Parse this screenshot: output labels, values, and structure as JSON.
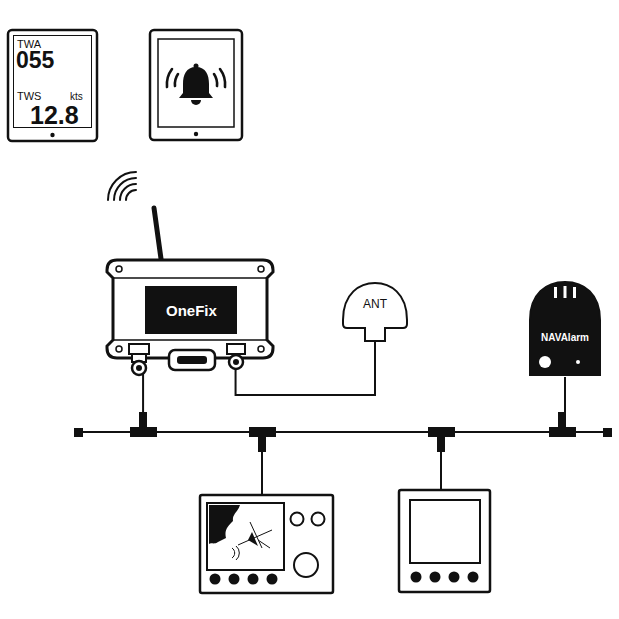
{
  "diagram": {
    "nodes": [
      {
        "text": [
          "TWA",
          "055",
          "TWS",
          "kts",
          "12.8"
        ]
      },
      {
        "text": [
          "OneFix"
        ]
      },
      {
        "text": [
          "ANT"
        ]
      },
      {
        "text": [
          "NAVAlarm"
        ]
      }
    ],
    "edges": [
      {
        "from": 1,
        "to": 2,
        "arrow": "none"
      },
      {
        "from": 1,
        "to": 3,
        "arrow": "none"
      }
    ]
  }
}
